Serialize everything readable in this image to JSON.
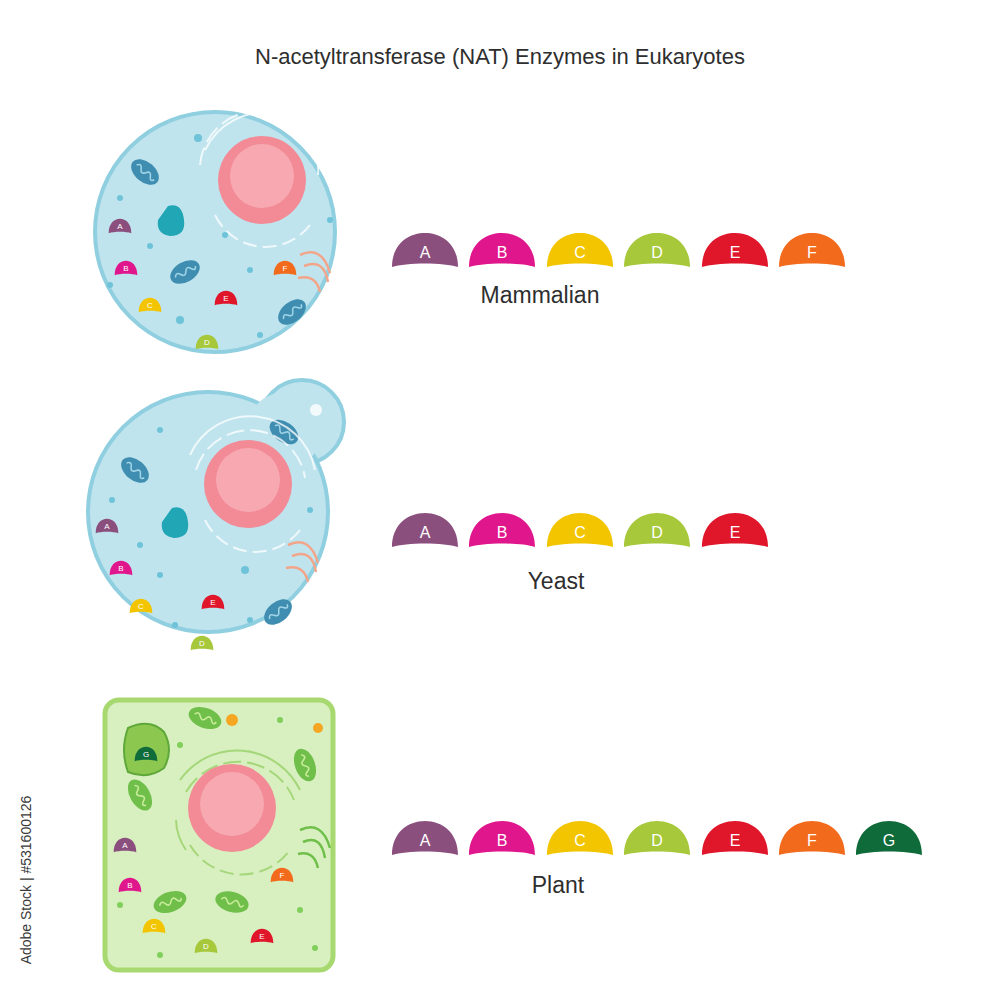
{
  "diagram": {
    "title": "N-acetyltransferase (NAT) Enzymes in Eukaryotes",
    "nodes": [
      {
        "text": [
          "A"
        ]
      },
      {
        "text": [
          "B"
        ]
      },
      {
        "text": [
          "C"
        ]
      },
      {
        "text": [
          "E"
        ]
      },
      {
        "text": [
          "F"
        ]
      },
      {
        "text": [
          "D"
        ]
      },
      {
        "text": [
          "A"
        ]
      },
      {
        "text": [
          "B"
        ]
      },
      {
        "text": [
          "C"
        ]
      },
      {
        "text": [
          "D"
        ]
      },
      {
        "text": [
          "E"
        ]
      },
      {
        "text": [
          "F"
        ]
      },
      {
        "text": [
          "A"
        ]
      },
      {
        "text": [
          "B"
        ]
      },
      {
        "text": [
          "C"
        ]
      },
      {
        "text": [
          "E"
        ]
      },
      {
        "text": [
          "D"
        ]
      },
      {
        "text": [
          "A"
        ]
      },
      {
        "text": [
          "B"
        ]
      },
      {
        "text": [
          "C"
        ]
      },
      {
        "text": [
          "D"
        ]
      },
      {
        "text": [
          "E"
        ]
      },
      {
        "text": [
          "G"
        ]
      },
      {
        "text": [
          "A"
        ]
      },
      {
        "text": [
          "F"
        ]
      },
      {
        "text": [
          "B"
        ]
      },
      {
        "text": [
          "C"
        ]
      },
      {
        "text": [
          "E"
        ]
      },
      {
        "text": [
          "D"
        ]
      },
      {
        "text": [
          "A"
        ]
      },
      {
        "text": [
          "B"
        ]
      },
      {
        "text": [
          "C"
        ]
      },
      {
        "text": [
          "D"
        ]
      },
      {
        "text": [
          "E"
        ]
      },
      {
        "text": [
          "F"
        ]
      },
      {
        "text": [
          "G"
        ]
      }
    ],
    "labels": [
      "Mammalian",
      "Yeast",
      "Plant",
      "Adobe Stock | #531600126"
    ]
  }
}
